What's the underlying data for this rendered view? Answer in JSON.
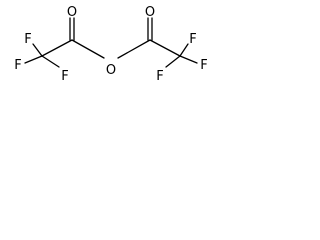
{
  "molecule": {
    "atoms": {
      "carbonyl_oxygen_left": "O",
      "carbonyl_oxygen_right": "O",
      "bridging_oxygen": "O",
      "fluorine_left_top": "F",
      "fluorine_left_side": "F",
      "fluorine_left_bottom": "F",
      "fluorine_right_top": "F",
      "fluorine_right_side": "F",
      "fluorine_right_bottom": "F"
    },
    "colors": {
      "bond": "#000000",
      "label": "#000000",
      "background": "#ffffff"
    }
  }
}
